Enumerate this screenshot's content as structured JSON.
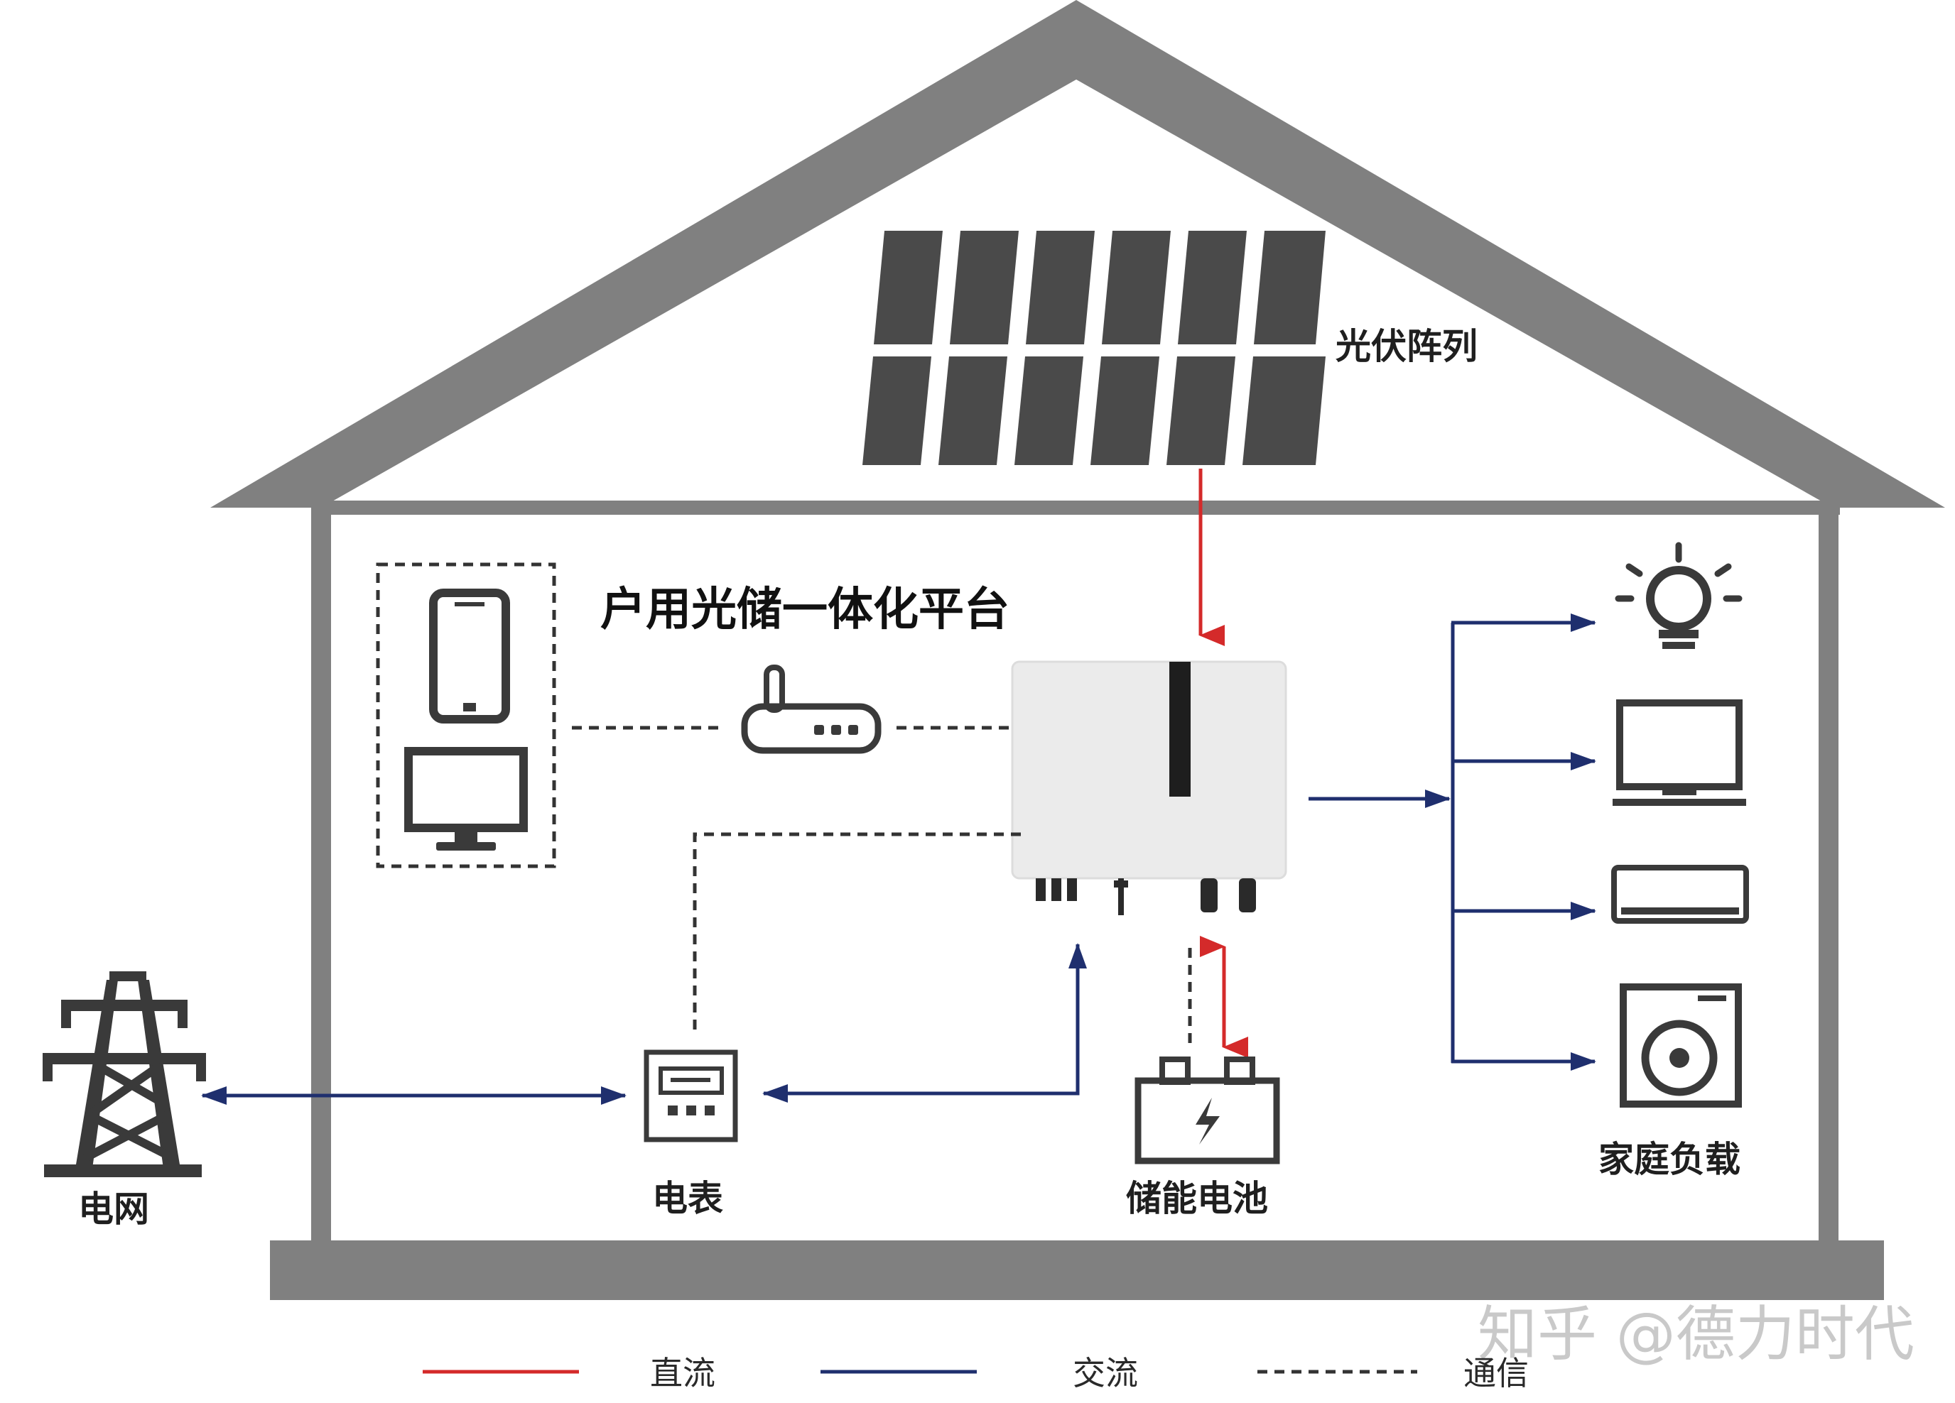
{
  "labels": {
    "pv_array": "光伏阵列",
    "platform": "户用光储一体化平台",
    "grid": "电网",
    "meter": "电表",
    "battery": "储能电池",
    "household_load": "家庭负载"
  },
  "legend": [
    {
      "label": "直流",
      "color": "#d42a2a",
      "style": "solid"
    },
    {
      "label": "交流",
      "color": "#1f2f6e",
      "style": "solid"
    },
    {
      "label": "通信",
      "color": "#333333",
      "style": "dashed"
    }
  ],
  "watermark": "知乎 @德力时代",
  "colors": {
    "house": "#808080",
    "dc": "#d42a2a",
    "ac": "#1f2f6e",
    "comm": "#333333",
    "icon": "#3a3a3a",
    "panel": "#4a4a4a",
    "inverter": "#ebebeb"
  },
  "icons": [
    "solar-panel-icon",
    "inverter-icon",
    "router-icon",
    "phone-icon",
    "monitor-icon",
    "grid-tower-icon",
    "meter-icon",
    "battery-icon",
    "light-bulb-icon",
    "tv-icon",
    "air-conditioner-icon",
    "washing-machine-icon"
  ]
}
